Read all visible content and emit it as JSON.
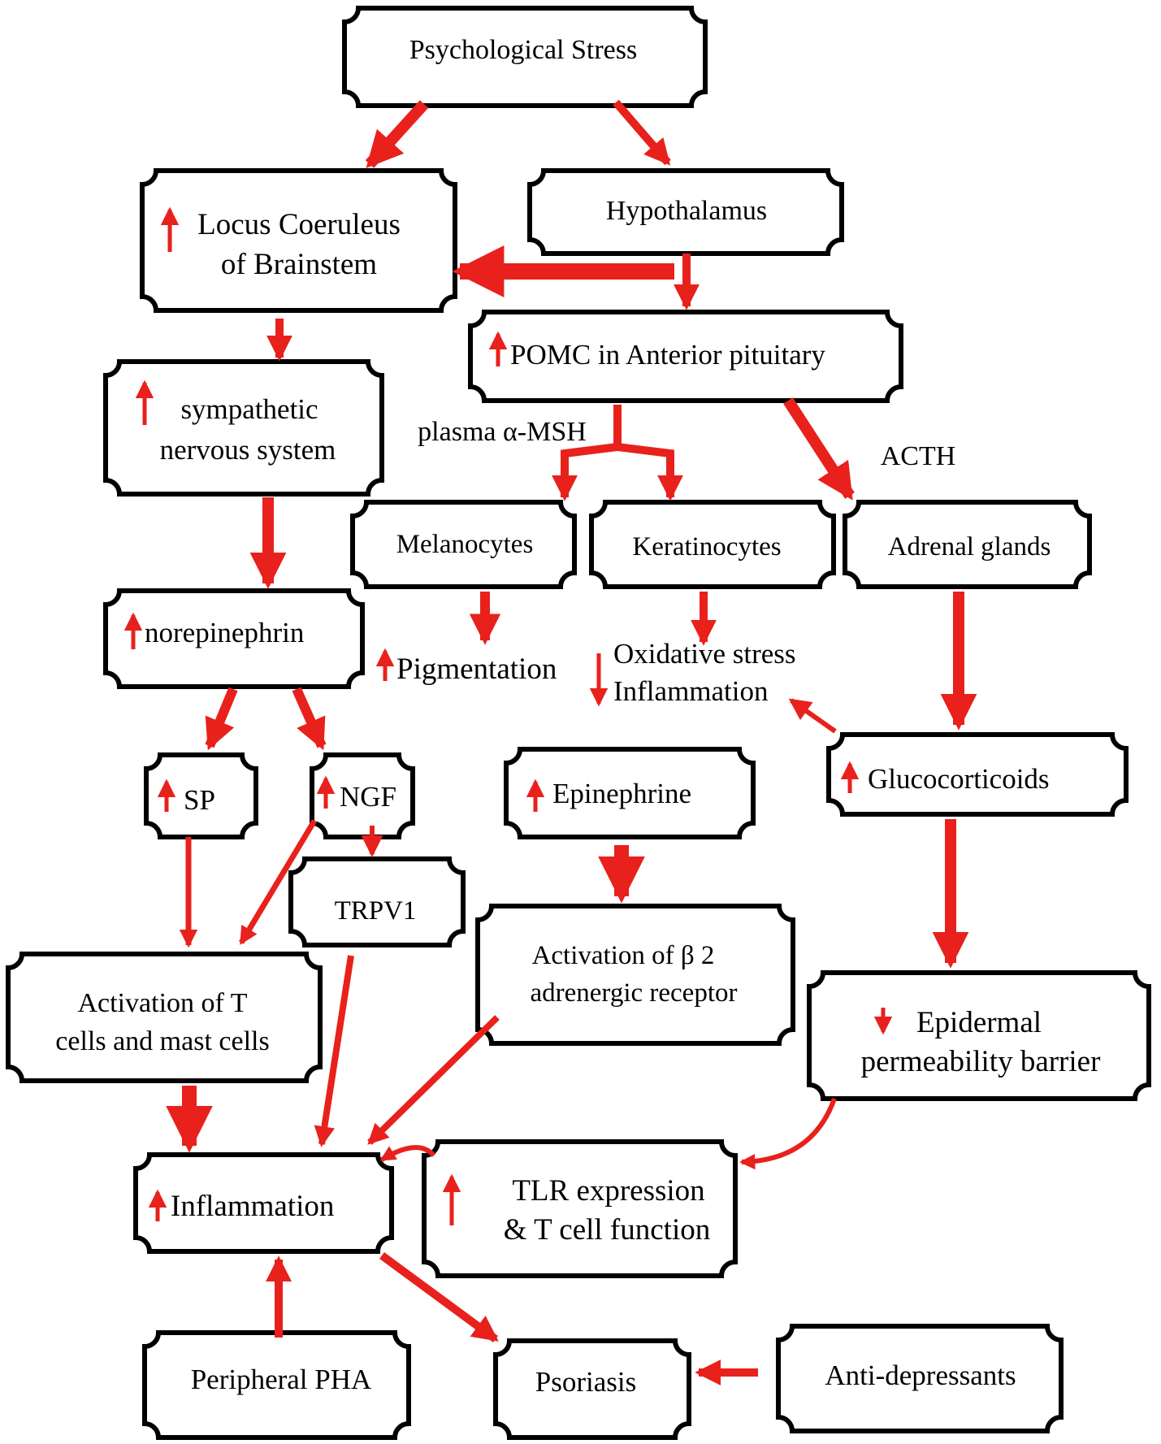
{
  "colors": {
    "arrow": "#e8211c",
    "box_stroke": "#000000",
    "box_fill": "#ffffff",
    "text": "#000000"
  },
  "boxes": {
    "stress": "Psychological Stress",
    "hypothalamus": "Hypothalamus",
    "locus_line1": "Locus Coeruleus",
    "locus_line2": "of Brainstem",
    "pomc": "POMC in Anterior pituitary",
    "sympathetic_line1": "sympathetic",
    "sympathetic_line2": "nervous system",
    "melanocytes": "Melanocytes",
    "keratinocytes": "Keratinocytes",
    "adrenal": "Adrenal glands",
    "norepinephrine": "norepinephrin",
    "sp": "SP",
    "ngf": "NGF",
    "epinephrine": "Epinephrine",
    "glucocorticoids": "Glucocorticoids",
    "trpv1": "TRPV1",
    "beta2_line1": "Activation of β 2",
    "beta2_line2": "adrenergic receptor",
    "tcells_line1": "Activation of T",
    "tcells_line2": "cells and mast cells",
    "barrier_line1": "Epidermal",
    "barrier_line2": "permeability barrier",
    "inflammation": "Inflammation",
    "tlr_line1": "TLR expression",
    "tlr_line2": "& T cell function",
    "pha": "Peripheral PHA",
    "psoriasis": "Psoriasis",
    "antidepressants": "Anti-depressants"
  },
  "labels": {
    "msh": "plasma α-MSH",
    "acth": "ACTH",
    "pigmentation": "Pigmentation",
    "oxidative_line1": "Oxidative stress",
    "oxidative_line2": "Inflammation"
  }
}
